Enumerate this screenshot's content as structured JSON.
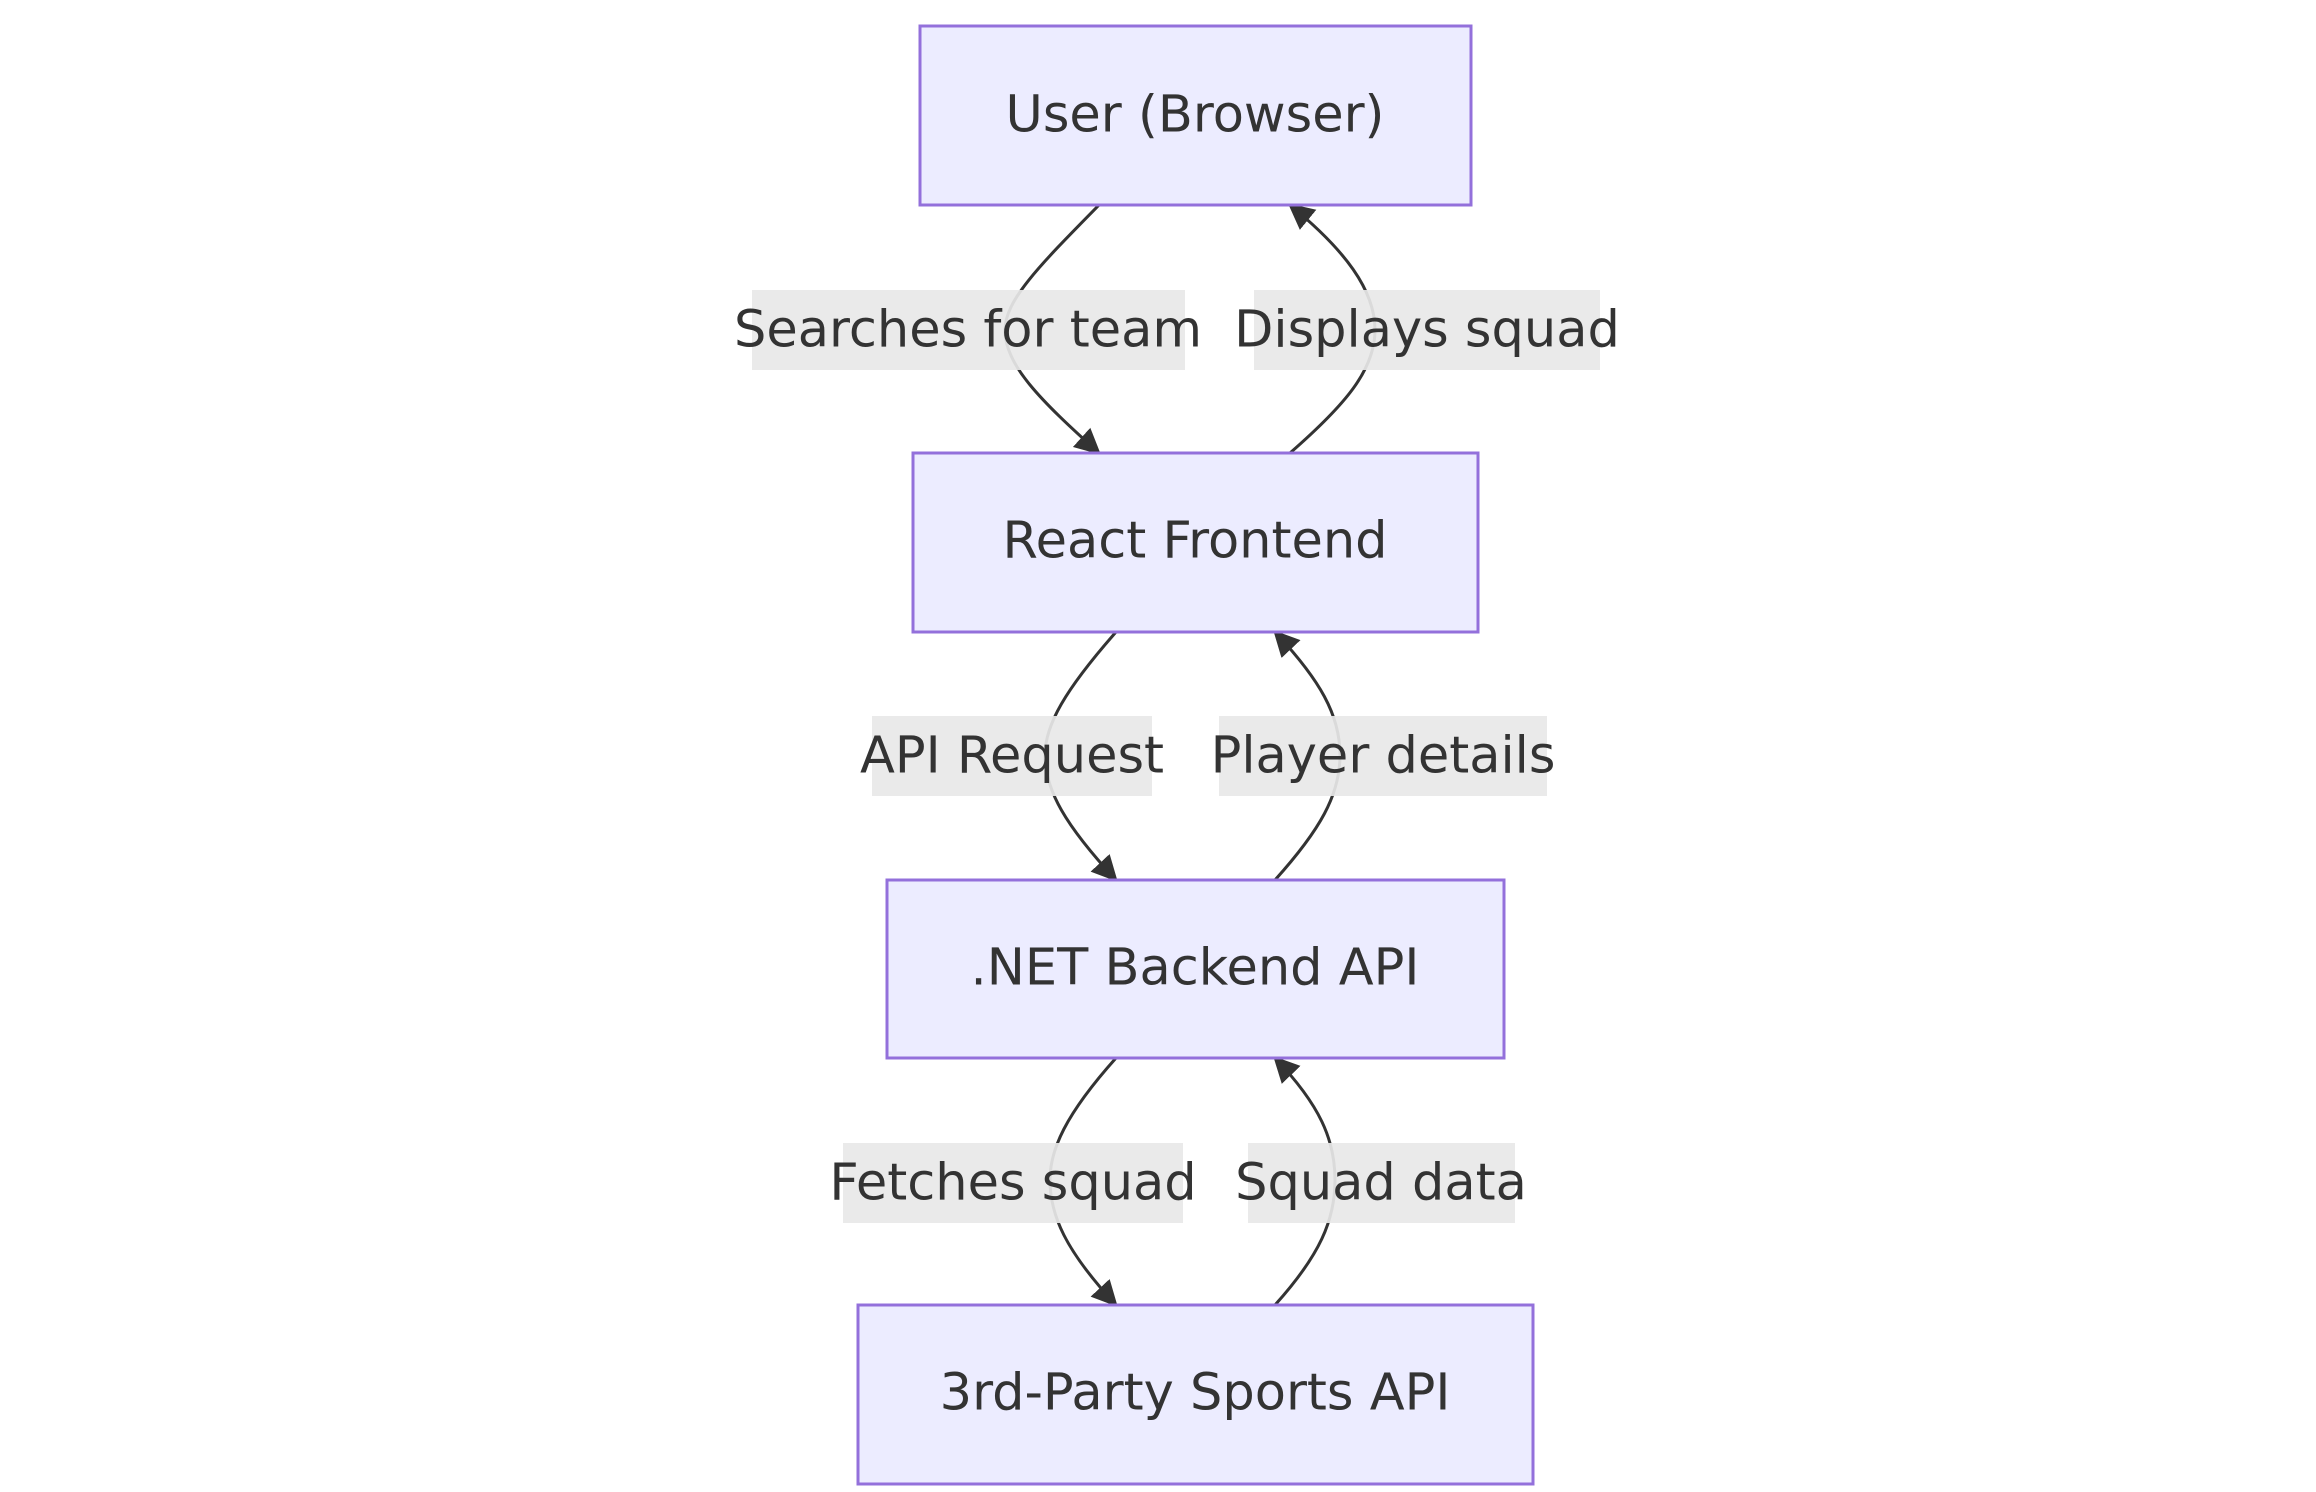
{
  "diagram": {
    "type": "flowchart",
    "direction": "top-down",
    "colors": {
      "node_fill": "#ececff",
      "node_stroke": "#9370db",
      "edge": "#333333",
      "edge_label_bg": "#e8e8e8",
      "text": "#333333"
    },
    "nodes": [
      {
        "id": "user",
        "label": "User (Browser)"
      },
      {
        "id": "frontend",
        "label": "React Frontend"
      },
      {
        "id": "backend",
        "label": ".NET Backend API"
      },
      {
        "id": "sports",
        "label": "3rd-Party Sports API"
      }
    ],
    "edges": [
      {
        "from": "user",
        "to": "frontend",
        "label": "Searches for team"
      },
      {
        "from": "frontend",
        "to": "user",
        "label": "Displays squad"
      },
      {
        "from": "frontend",
        "to": "backend",
        "label": "API Request"
      },
      {
        "from": "backend",
        "to": "frontend",
        "label": "Player details"
      },
      {
        "from": "backend",
        "to": "sports",
        "label": "Fetches squad"
      },
      {
        "from": "sports",
        "to": "backend",
        "label": "Squad data"
      }
    ]
  }
}
